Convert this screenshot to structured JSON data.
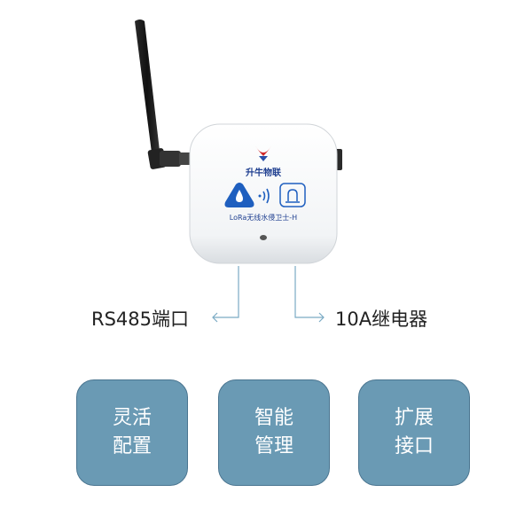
{
  "device": {
    "brand": "升牛物联",
    "model": "LoRa无线水侵卫士-H"
  },
  "ports": {
    "left_label": "RS485端口",
    "right_label": "10A继电器"
  },
  "features": [
    {
      "line1": "灵活",
      "line2": "配置"
    },
    {
      "line1": "智能",
      "line2": "管理"
    },
    {
      "line1": "扩展",
      "line2": "接口"
    }
  ],
  "colors": {
    "feature_bg": "#6a9ab4",
    "line": "#7aaac4"
  }
}
